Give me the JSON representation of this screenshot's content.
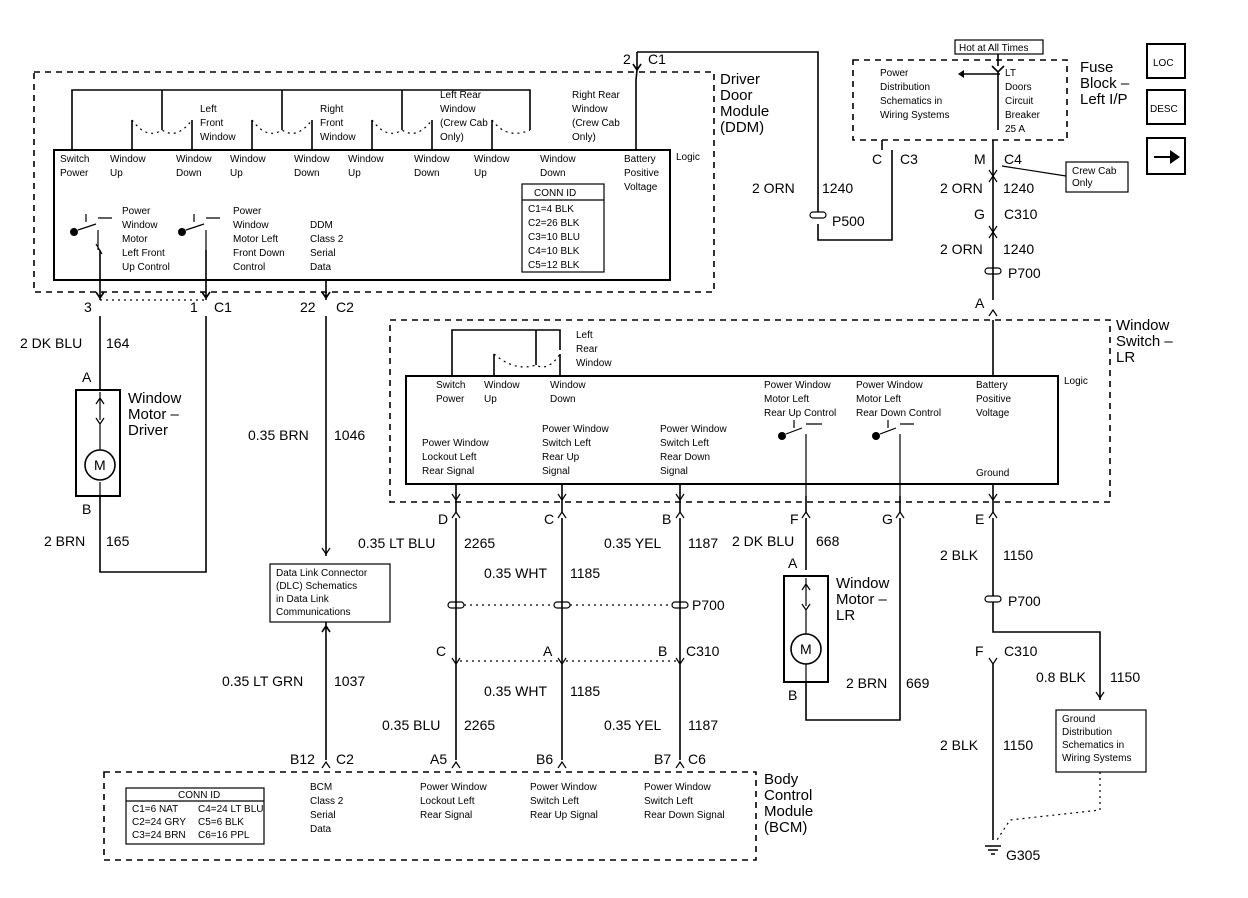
{
  "hot": "Hot at All Times",
  "fuse_block": {
    "title": [
      "Fuse",
      "Block –",
      "Left I/P"
    ],
    "power_dist": [
      "Power",
      "Distribution",
      "Schematics in",
      "Wiring Systems"
    ],
    "breaker": [
      "LT",
      "Doors",
      "Circuit",
      "Breaker",
      "25 A"
    ]
  },
  "legend_icons": {
    "loc": "LOC",
    "desc": "DESC"
  },
  "crew_cab_only": [
    "Crew Cab",
    "Only"
  ],
  "ddm": {
    "title": [
      "Driver",
      "Door",
      "Module",
      "(DDM)"
    ],
    "logic": "Logic",
    "switch_labels": [
      [
        "Left",
        "Front",
        "Window"
      ],
      [
        "Right",
        "Front",
        "Window"
      ],
      [
        "Left Rear",
        "Window",
        "(Crew Cab",
        "Only)"
      ],
      [
        "Right Rear",
        "Window",
        "(Crew Cab",
        "Only)"
      ]
    ],
    "inputs": [
      [
        "Switch",
        "Power"
      ],
      [
        "Window",
        "Up"
      ],
      [
        "Window",
        "Down"
      ],
      [
        "Window",
        "Up"
      ],
      [
        "Window",
        "Down"
      ],
      [
        "Window",
        "Up"
      ],
      [
        "Window",
        "Down"
      ],
      [
        "Window",
        "Up"
      ],
      [
        "Window",
        "Down"
      ],
      [
        "Battery",
        "Positive",
        "Voltage"
      ]
    ],
    "relay1": [
      "Power",
      "Window",
      "Motor",
      "Left Front",
      "Up Control"
    ],
    "relay2": [
      "Power",
      "Window",
      "Motor Left",
      "Front Down",
      "Control"
    ],
    "serial": [
      "DDM",
      "Class 2",
      "Serial",
      "Data"
    ],
    "conn_title": "CONN ID",
    "conn": [
      "C1=4 BLK",
      "C2=26 BLK",
      "C3=10 BLU",
      "C4=10 BLK",
      "C5=12 BLK"
    ]
  },
  "lr": {
    "title": [
      "Window",
      "Switch –",
      "LR"
    ],
    "logic": "Logic",
    "switch_label": [
      "Left",
      "Rear",
      "Window"
    ],
    "inputs": [
      [
        "Switch",
        "Power"
      ],
      [
        "Window",
        "Up"
      ],
      [
        "Window",
        "Down"
      ]
    ],
    "relay1": [
      "Power Window",
      "Motor Left",
      "Rear Up Control"
    ],
    "relay2": [
      "Power Window",
      "Motor Left",
      "Rear Down Control"
    ],
    "batt": [
      "Battery",
      "Positive",
      "Voltage"
    ],
    "lockout": [
      "Power Window",
      "Lockout Left",
      "Rear Signal"
    ],
    "sw_up": [
      "Power Window",
      "Switch Left",
      "Rear Up",
      "Signal"
    ],
    "sw_down": [
      "Power Window",
      "Switch Left",
      "Rear Down",
      "Signal"
    ],
    "ground": "Ground"
  },
  "motor_driver": {
    "title": [
      "Window",
      "Motor –",
      "Driver"
    ],
    "m": "M"
  },
  "motor_lr": {
    "title": [
      "Window",
      "Motor –",
      "LR"
    ],
    "m": "M"
  },
  "dlc": [
    "Data Link Connector",
    "(DLC) Schematics",
    "in Data Link",
    "Communications"
  ],
  "ground_dist": [
    "Ground",
    "Distribution",
    "Schematics in",
    "Wiring Systems"
  ],
  "bcm": {
    "title": [
      "Body",
      "Control",
      "Module",
      "(BCM)"
    ],
    "conn_title": "CONN ID",
    "conn": [
      "C1=6 NAT",
      "C4=24 LT BLU",
      "C2=24 GRY",
      "C5=6 BLK",
      "C3=24 BRN",
      "C6=16 PPL"
    ],
    "serial": [
      "BCM",
      "Class 2",
      "Serial",
      "Data"
    ],
    "lockout": [
      "Power Window",
      "Lockout Left",
      "Rear Signal"
    ],
    "up": [
      "Power Window",
      "Switch Left",
      "Rear Up Signal"
    ],
    "down": [
      "Power Window",
      "Switch Left",
      "Rear Down Signal"
    ]
  },
  "pins": {
    "c1_top": [
      "2",
      "C1"
    ],
    "c3": [
      "C",
      "C3"
    ],
    "c4": [
      "M",
      "C4"
    ],
    "c310a": [
      "G",
      "C310"
    ],
    "p500": "P500",
    "p700a": "P700",
    "a_lr": "A",
    "d3": [
      "3",
      "C1"
    ],
    "d1": "1",
    "d22": [
      "22",
      "C2"
    ],
    "drv_a": "A",
    "drv_b": "B",
    "lr_d": "D",
    "lr_c": "C",
    "lr_b": "B",
    "lr_f": "F",
    "lr_g": "G",
    "lr_e": "E",
    "p700b": "P700",
    "p700c": "P700",
    "c310b": [
      "C",
      "A",
      "B",
      "C310"
    ],
    "c310c": [
      "F",
      "C310"
    ],
    "mlr_a": "A",
    "mlr_b": "B",
    "bcm_pins": [
      "B12",
      "C2",
      "A5",
      "B6",
      "B7",
      "C6"
    ],
    "g305": "G305"
  },
  "wires": {
    "w1240a": [
      "2 ORN",
      "1240"
    ],
    "w1240b": [
      "2 ORN",
      "1240"
    ],
    "w1240c": [
      "2 ORN",
      "1240"
    ],
    "w164": [
      "2 DK BLU",
      "164"
    ],
    "w165": [
      "2 BRN",
      "165"
    ],
    "w1046": [
      "0.35 BRN",
      "1046"
    ],
    "w1037": [
      "0.35 LT GRN",
      "1037"
    ],
    "w2265a": [
      "0.35 LT BLU",
      "2265"
    ],
    "w1185a": [
      "0.35 WHT",
      "1185"
    ],
    "w1187a": [
      "0.35 YEL",
      "1187"
    ],
    "w668": [
      "2 DK BLU",
      "668"
    ],
    "w1150a": [
      "2 BLK",
      "1150"
    ],
    "w2265b": [
      "0.35 BLU",
      "2265"
    ],
    "w1185b": [
      "0.35 WHT",
      "1185"
    ],
    "w1187b": [
      "0.35 YEL",
      "1187"
    ],
    "w669": [
      "2 BRN",
      "669"
    ],
    "w1150b": [
      "0.8 BLK",
      "1150"
    ],
    "w1150c": [
      "2 BLK",
      "1150"
    ]
  }
}
